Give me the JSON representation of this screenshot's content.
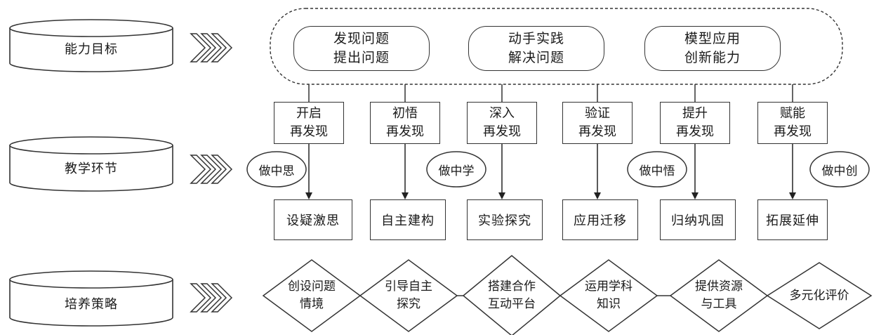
{
  "rows": {
    "ability": "能力目标",
    "teaching": "教学环节",
    "strategy": "培养策略"
  },
  "goals": [
    {
      "line1": "发现问题",
      "line2": "提出问题"
    },
    {
      "line1": "动手实践",
      "line2": "解决问题"
    },
    {
      "line1": "模型应用",
      "line2": "创新能力"
    }
  ],
  "phases": [
    {
      "line1": "开启",
      "line2": "再发现"
    },
    {
      "line1": "初悟",
      "line2": "再发现"
    },
    {
      "line1": "深入",
      "line2": "再发现"
    },
    {
      "line1": "验证",
      "line2": "再发现"
    },
    {
      "line1": "提升",
      "line2": "再发现"
    },
    {
      "line1": "赋能",
      "line2": "再发现"
    }
  ],
  "methods": [
    "设疑激思",
    "自主建构",
    "实验探究",
    "应用迁移",
    "归纳巩固",
    "拓展延伸"
  ],
  "ovals": [
    "做中思",
    "做中学",
    "做中悟",
    "做中创"
  ],
  "strategies": [
    {
      "line1": "创设问题",
      "line2": "情境"
    },
    {
      "line1": "引导自主",
      "line2": "探究"
    },
    {
      "line1": "搭建合作",
      "line2": "互动平台"
    },
    {
      "line1": "运用学科",
      "line2": "知识"
    },
    {
      "line1": "提供资源",
      "line2": "与工具"
    },
    {
      "line1": "多元化评价",
      "line2": ""
    }
  ]
}
